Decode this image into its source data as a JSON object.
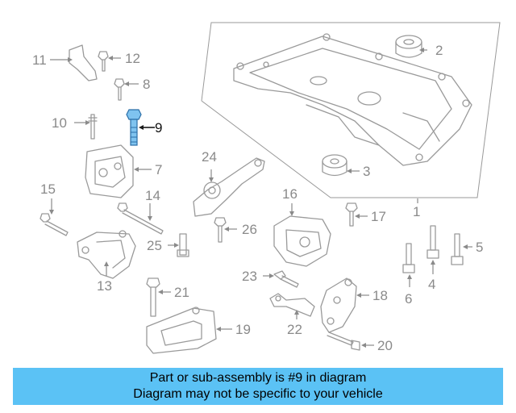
{
  "callouts": {
    "c1": "1",
    "c2": "2",
    "c3": "3",
    "c4": "4",
    "c5": "5",
    "c6": "6",
    "c7": "7",
    "c8": "8",
    "c9": "9",
    "c10": "10",
    "c11": "11",
    "c12": "12",
    "c13": "13",
    "c14": "14",
    "c15": "15",
    "c16": "16",
    "c17": "17",
    "c18": "18",
    "c19": "19",
    "c20": "20",
    "c21": "21",
    "c22": "22",
    "c23": "23",
    "c24": "24",
    "c25": "25",
    "c26": "26"
  },
  "highlighted_part": "9",
  "colors": {
    "highlight": "#7fc3ef",
    "banner": "#5bc2f5",
    "line": "#9a9a9a"
  },
  "banner": {
    "line1": "Part or sub-assembly is #9 in diagram",
    "line2": "Diagram may not be specific to your vehicle"
  }
}
